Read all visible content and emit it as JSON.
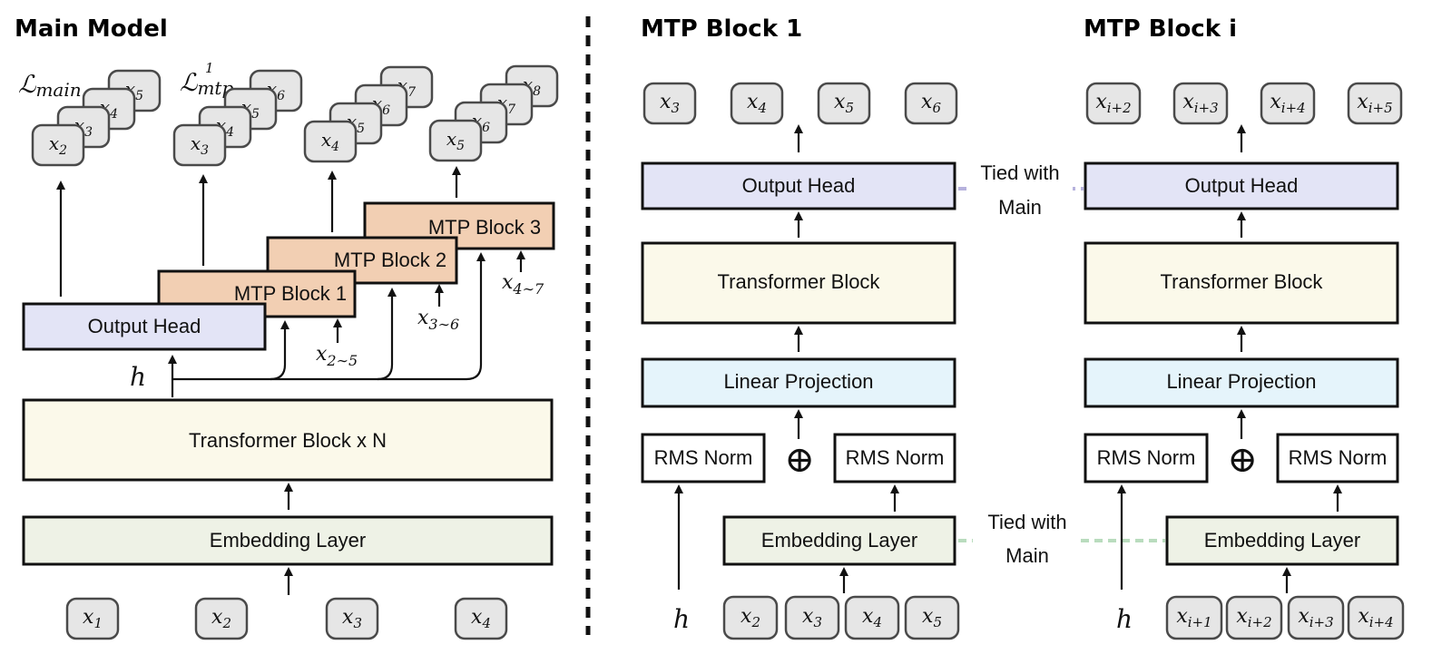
{
  "headings": {
    "main_model": "Main Model",
    "mtp_block_1": "MTP Block 1",
    "mtp_block_i": "MTP Block i"
  },
  "colors": {
    "output_head": "#e3e4f6",
    "mtp_block": "#f2cfb3",
    "transformer": "#fbf9ea",
    "embedding": "#eef2e6",
    "linear_projection": "#e5f4fb",
    "rms_norm": "#ffffff",
    "token": "#e6e6e6",
    "tied_output_line": "#b6b2dd",
    "tied_embedding_line": "#b9dcbe"
  },
  "main_model": {
    "loss_main": "ℒ",
    "loss_main_sub": "main",
    "loss_mtp": "ℒ",
    "loss_mtp_sub": "mtp",
    "loss_mtp_sup": "1",
    "output_head": "Output Head",
    "mtp_block_1": "MTP Block 1",
    "mtp_block_2": "MTP Block 2",
    "mtp_block_3": "MTP Block 3",
    "transformer": "Transformer Block x N",
    "embedding": "Embedding Layer",
    "hidden": "h",
    "mtp_inputs": [
      {
        "base": "x",
        "sub": "2∼5"
      },
      {
        "base": "x",
        "sub": "3∼6"
      },
      {
        "base": "x",
        "sub": "4∼7"
      }
    ],
    "output_stacks": [
      [
        "2",
        "3",
        "4",
        "5"
      ],
      [
        "3",
        "4",
        "5",
        "6"
      ],
      [
        "4",
        "5",
        "6",
        "7"
      ],
      [
        "5",
        "6",
        "7",
        "8"
      ]
    ],
    "inputs": [
      "1",
      "2",
      "3",
      "4"
    ]
  },
  "mtp1": {
    "outputs": [
      "3",
      "4",
      "5",
      "6"
    ],
    "output_head": "Output Head",
    "transformer": "Transformer Block",
    "linear_projection": "Linear Projection",
    "rms_norm_left": "RMS Norm",
    "rms_norm_right": "RMS Norm",
    "concat_symbol": "⊕",
    "embedding": "Embedding Layer",
    "hidden": "h",
    "inputs": [
      "2",
      "3",
      "4",
      "5"
    ]
  },
  "mtpi": {
    "outputs": [
      "i+2",
      "i+3",
      "i+4",
      "i+5"
    ],
    "output_head": "Output Head",
    "transformer": "Transformer Block",
    "linear_projection": "Linear Projection",
    "rms_norm_left": "RMS Norm",
    "rms_norm_right": "RMS Norm",
    "concat_symbol": "⊕",
    "embedding": "Embedding Layer",
    "hidden": "h",
    "inputs": [
      "i+1",
      "i+2",
      "i+3",
      "i+4"
    ]
  },
  "tied": {
    "output_line1": "Tied with",
    "output_line2": "Main",
    "embedding_line1": "Tied with",
    "embedding_line2": "Main"
  }
}
